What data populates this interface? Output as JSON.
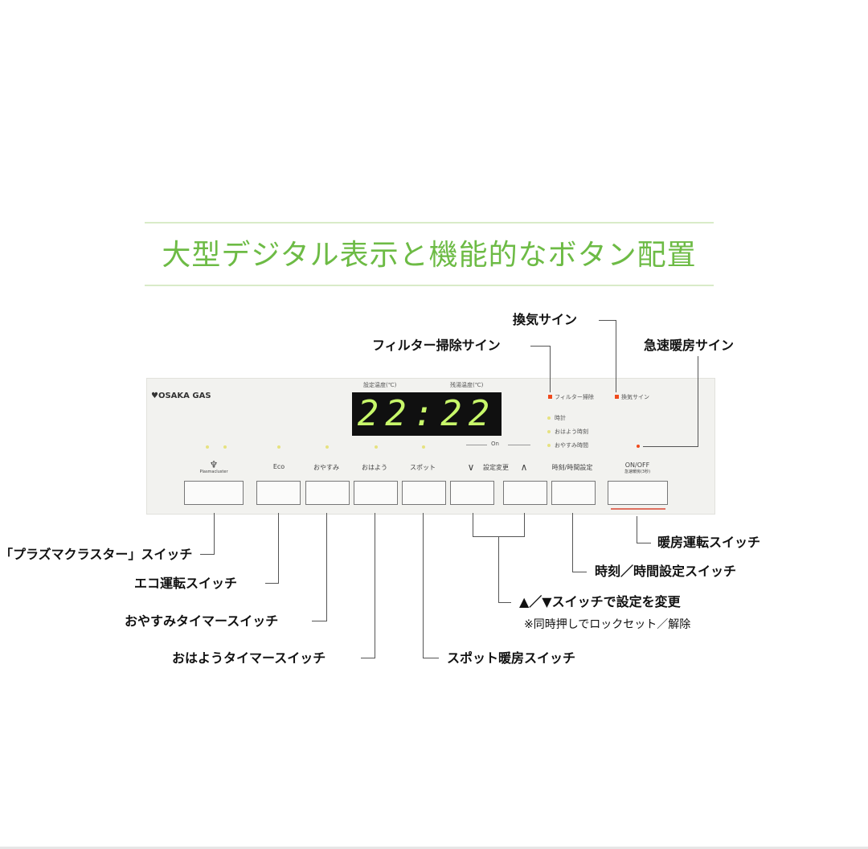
{
  "title": "大型デジタル表示と機能的なボタン配置",
  "panel": {
    "brand": "OSAKA GAS",
    "display_value": "22:22",
    "display_top_left": "設定温度(℃)",
    "display_top_right": "残湯温度(℃)",
    "indicators": {
      "filter": "フィルター掃除",
      "vent": "換気サイン",
      "clock": "時計",
      "ohayo": "おはよう時刻",
      "oyasumi": "おやすみ時間"
    },
    "on_label": "On",
    "buttons": [
      {
        "label": "Plasmacluster"
      },
      {
        "label": "Eco"
      },
      {
        "label": "おやすみ"
      },
      {
        "label": "おはよう"
      },
      {
        "label": "スポット"
      },
      {
        "label": "設定変更"
      },
      {
        "label": ""
      },
      {
        "label": "時刻/時間設定"
      },
      {
        "label": "ON/OFF",
        "sublabel": "急速暖房(3秒)"
      }
    ],
    "arrow_down": "∨",
    "arrow_up": "∧"
  },
  "callouts": {
    "vent_sign": "換気サイン",
    "filter_sign": "フィルター掃除サイン",
    "rapid_heat_sign": "急速暖房サイン",
    "plasmacluster_switch": "「プラズマクラスター」スイッチ",
    "eco_switch": "エコ運転スイッチ",
    "oyasumi_switch": "おやすみタイマースイッチ",
    "ohayo_switch": "おはようタイマースイッチ",
    "spot_switch": "スポット暖房スイッチ",
    "heat_switch": "暖房運転スイッチ",
    "clock_switch": "時刻／時間設定スイッチ",
    "arrow_switch": "▲／▼スイッチで設定を変更",
    "arrow_note": "※同時押しでロックセット／解除"
  },
  "colors": {
    "title": "#6dbb45",
    "display_bg": "#101010",
    "display_digits": "#c8f86a",
    "indicator_red": "#f04a1c",
    "indicator_yellow": "#e6e280"
  }
}
